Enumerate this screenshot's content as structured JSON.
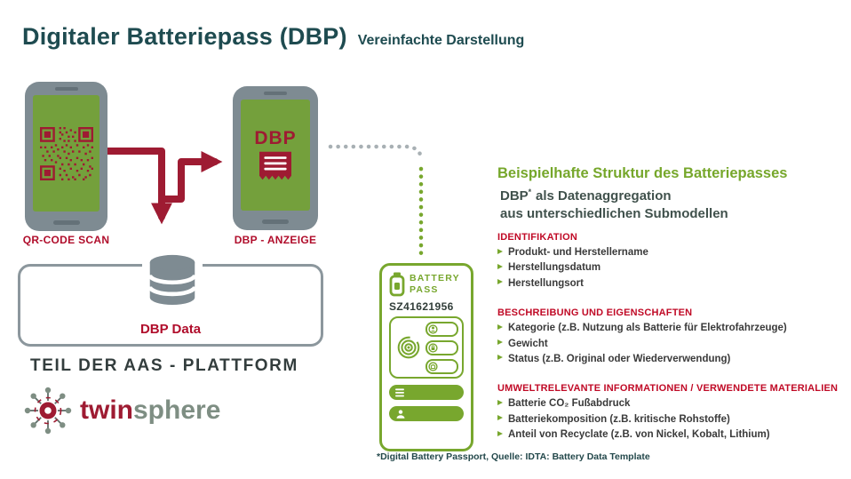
{
  "header": {
    "title": "Digitaler Batteriepass (DBP)",
    "subtitle": "Vereinfachte Darstellung"
  },
  "flow": {
    "qr_scan_label": "QR-CODE SCAN",
    "dbp_display_label": "DBP - ANZEIGE",
    "phone_screen_text": "DBP",
    "db_box_label": "DBP Data",
    "platform_label": "TEIL DER AAS - PLATTFORM"
  },
  "logo": {
    "part1": "twin",
    "part2": "sphere"
  },
  "battery_card": {
    "title_line1": "BATTERY",
    "title_line2": "PASS",
    "serial": "SZ41621956"
  },
  "structure": {
    "heading": "Beispielhafte Struktur des Batteriepasses",
    "sub_prefix": "DBP",
    "sub_sup": "*",
    "sub_rest": "als Datenaggregation",
    "sub_line2": "aus unterschiedlichen Submodellen",
    "sections": [
      {
        "title": "IDENTIFIKATION",
        "items": [
          "Produkt- und Herstellername",
          "Herstellungsdatum",
          "Herstellungsort"
        ]
      },
      {
        "title": "BESCHREIBUNG UND EIGENSCHAFTEN",
        "items": [
          "Kategorie (z.B. Nutzung als Batterie für Elektrofahrzeuge)",
          "Gewicht",
          "Status (z.B. Original oder Wiederverwendung)"
        ]
      },
      {
        "title": "UMWELTRELEVANTE INFORMATIONEN / VERWENDETE MATERIALIEN",
        "items": [
          "Batterie CO₂ Fußabdruck",
          "Batteriekomposition (z.B. kritische Rohstoffe)",
          "Anteil von Recyclate (z.B. von Nickel, Kobalt, Lithium)"
        ]
      }
    ]
  },
  "footnote": "*Digital Battery Passport, Quelle: IDTA: Battery Data Template",
  "colors": {
    "maroon": "#9E1B32",
    "red": "#C00A26",
    "green": "#78A72E",
    "teal": "#1E4B50",
    "gray": "#7E8B92",
    "dark_text": "#3A3A3A"
  }
}
